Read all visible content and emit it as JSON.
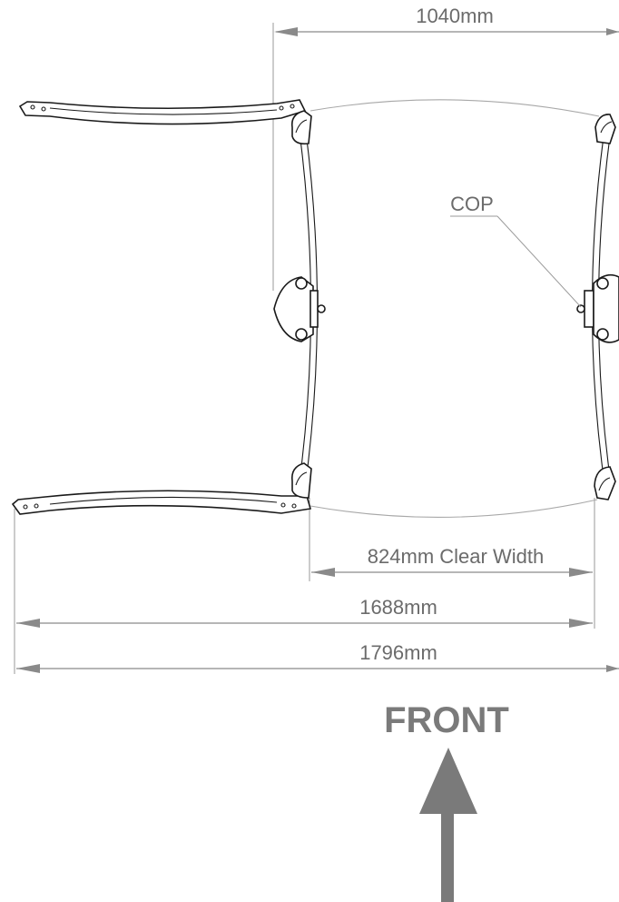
{
  "dimensions": {
    "top_width": "1040mm",
    "clear_width": "824mm Clear Width",
    "inner_width": "1688mm",
    "overall_width": "1796mm"
  },
  "labels": {
    "cop": "COP",
    "front": "FRONT"
  },
  "colors": {
    "line": "#1a1a1a",
    "dimension": "#8a8a8a",
    "arrow": "#7a7a7a"
  }
}
